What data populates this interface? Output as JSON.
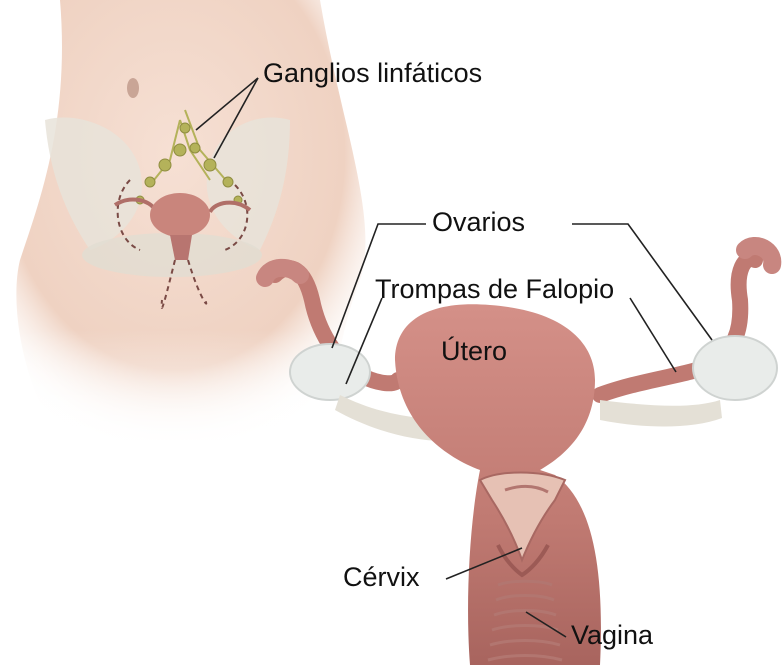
{
  "labels": {
    "ganglios": "Ganglios linfáticos",
    "ovarios": "Ovarios",
    "trompas": "Trompas de Falopio",
    "utero": "Útero",
    "cervix": "Cérvix",
    "vagina": "Vagina"
  },
  "colors": {
    "skin": "#f2d6c8",
    "uterus": "#c48078",
    "uterus_dark": "#9c5a55",
    "ovary": "#e9ecea",
    "lymph": "#b4b25a",
    "leader_line": "#222222",
    "bone": "#e6e2d8"
  }
}
